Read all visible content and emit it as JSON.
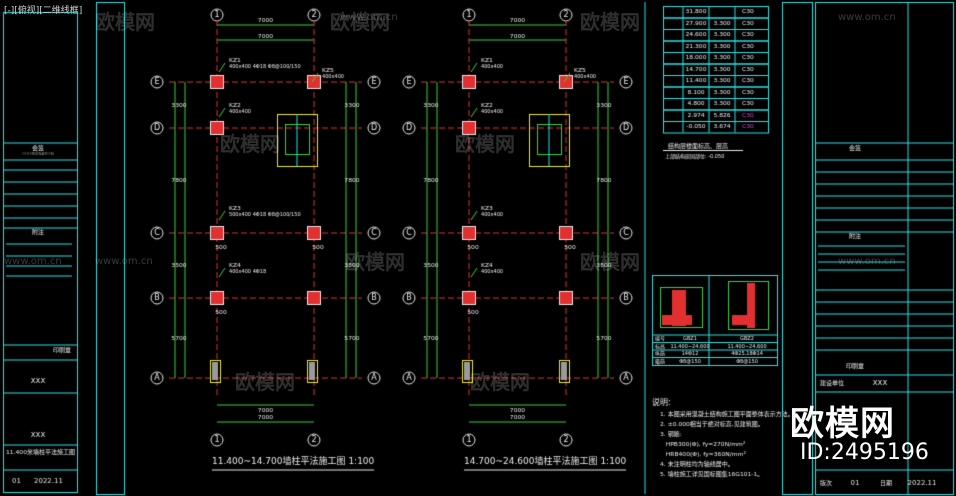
{
  "viewport_label": "[-][俯视][二维线框]",
  "brand": {
    "name": "欧模网",
    "id": "ID:2495196"
  },
  "watermark": {
    "text": "欧模网",
    "url": "www.om.cn"
  },
  "plans": [
    {
      "title": "11.400~14.700墙柱平法施工图",
      "scale": "1:100",
      "dim_top": "7000",
      "axes_x": [
        "1",
        "2"
      ],
      "axes_y": [
        "E",
        "D",
        "C",
        "B",
        "A"
      ],
      "side_dims": [
        "3300",
        "7800",
        "3500",
        "5700"
      ],
      "columns": [
        {
          "id": "KZ1",
          "note": "400x400 4Φ18 Φ8@100/150"
        },
        {
          "id": "KZ2",
          "note": "400x400"
        },
        {
          "id": "KZ3",
          "note": "500x400 4Φ18 Φ8@100/150"
        },
        {
          "id": "KZ4",
          "note": "400x400 4Φ18"
        },
        {
          "id": "KZ5",
          "note": "400x400"
        }
      ]
    },
    {
      "title": "14.700~24.600墙柱平法施工图",
      "scale": "1:100",
      "dim_top": "7000",
      "axes_x": [
        "1",
        "2"
      ],
      "axes_y": [
        "E",
        "D",
        "C",
        "B",
        "A"
      ],
      "side_dims": [
        "3300",
        "7800",
        "3500",
        "5700"
      ],
      "columns": [
        {
          "id": "KZ1",
          "note": "400x400"
        },
        {
          "id": "KZ2",
          "note": "400x400"
        },
        {
          "id": "KZ3",
          "note": "400x400"
        },
        {
          "id": "KZ4",
          "note": "400x400"
        },
        {
          "id": "KZ5",
          "note": "400x400"
        }
      ]
    }
  ],
  "floor_table": {
    "rows": [
      [
        "31.800",
        "",
        "C30"
      ],
      [
        "27.900",
        "3.300",
        "C30"
      ],
      [
        "24.600",
        "3.300",
        "C30"
      ],
      [
        "21.300",
        "3.300",
        "C30"
      ],
      [
        "18.000",
        "3.300",
        "C30"
      ],
      [
        "14.700",
        "3.300",
        "C30"
      ],
      [
        "11.400",
        "3.300",
        "C30"
      ],
      [
        "8.100",
        "3.300",
        "C30"
      ],
      [
        "4.800",
        "3.300",
        "C30"
      ],
      [
        "2.974",
        "5.826",
        "C30"
      ],
      [
        "-0.050",
        "3.674",
        "C30"
      ]
    ],
    "caption": "结构层楼面标高、层高",
    "note": "上部结构嵌固部位: -0.050"
  },
  "detail_table": {
    "headers": [
      "编号",
      "GBZ1",
      "GBZ2"
    ],
    "rows": [
      [
        "标高",
        "11.400~24.600",
        "11.400~24.600"
      ],
      [
        "纵筋",
        "14Φ12",
        "4Φ25,18Φ14"
      ],
      [
        "箍筋",
        "Φ8@150",
        "Φ8@150"
      ]
    ]
  },
  "notes": {
    "title": "说明:",
    "lines": [
      "1. 本图采用混凝土结构施工图平面整体表示方法。",
      "2. ±0.000相当于绝对标高,见建筑图。",
      "3. 钢筋:",
      "   HPB300(Φ), fy=270N/mm²",
      "   HRB400(Φ), fy=360N/mm²",
      "4. 未注明柱均为轴线居中。",
      "5. 墙柱施工详见国标图集16G101-1。"
    ]
  },
  "title_block_left": {
    "header": "会签",
    "sub": "COORDINATION",
    "note_header": "附注",
    "stamp": "印刷章",
    "designer": "XXX",
    "checker": "XXX",
    "drawing_name": "11.400米墙柱平法施工图",
    "date": "2022.11",
    "sheet": "01"
  },
  "title_block_right": {
    "header": "会签",
    "note_header": "附注",
    "stamp": "印刷章",
    "owner": "XXX",
    "version": "01",
    "date": "2022.11",
    "labels": {
      "version": "版次",
      "date": "日期",
      "owner": "建设单位"
    }
  }
}
